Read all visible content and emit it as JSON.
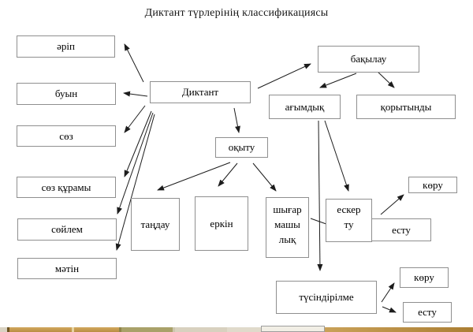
{
  "title": "Диктант түрлерінің классификациясы",
  "nodes": {
    "diktant": {
      "label": "Диктант"
    },
    "arip": {
      "label": "әріп"
    },
    "buyn": {
      "label": "буын"
    },
    "soz": {
      "label": "сөз"
    },
    "soz_kuramy": {
      "label": "сөз құрамы"
    },
    "soilem": {
      "label": "сөйлем"
    },
    "matin": {
      "label": "мәтін"
    },
    "bakylau": {
      "label": "бақылау"
    },
    "agymdyk": {
      "label": "ағымдық"
    },
    "korytyndy": {
      "label": "қорытынды"
    },
    "okytu": {
      "label": "оқыту"
    },
    "tandau": {
      "label": "таңдау"
    },
    "erkin": {
      "label": "еркін"
    },
    "shygarmashylyk": {
      "label": "шығар\nмашы\nлық"
    },
    "eskertu": {
      "label": "ескер\nту"
    },
    "estu_top": {
      "label": "есту"
    },
    "koru_top": {
      "label": "көру"
    },
    "tusindirilme": {
      "label": "түсіндірілме"
    },
    "koru_bottom": {
      "label": "көру"
    },
    "estu_bottom": {
      "label": "есту"
    }
  },
  "edges": [
    {
      "from": "diktant",
      "to": "arip"
    },
    {
      "from": "diktant",
      "to": "buyn"
    },
    {
      "from": "diktant",
      "to": "soz"
    },
    {
      "from": "diktant",
      "to": "soz_kuramy"
    },
    {
      "from": "diktant",
      "to": "soilem"
    },
    {
      "from": "diktant",
      "to": "matin"
    },
    {
      "from": "diktant",
      "to": "bakylau"
    },
    {
      "from": "diktant",
      "to": "okytu"
    },
    {
      "from": "bakylau",
      "to": "agymdyk"
    },
    {
      "from": "bakylau",
      "to": "korytyndy"
    },
    {
      "from": "okytu",
      "to": "tandau"
    },
    {
      "from": "okytu",
      "to": "erkin"
    },
    {
      "from": "okytu",
      "to": "shygarmashylyk"
    },
    {
      "from": "agymdyk",
      "to": "eskertu"
    },
    {
      "from": "agymdyk",
      "to": "tusindirilme"
    },
    {
      "from": "shygarmashylyk",
      "to": "eskertu"
    },
    {
      "from": "eskertu",
      "to": "koru_top"
    },
    {
      "from": "tusindirilme",
      "to": "koru_bottom"
    },
    {
      "from": "tusindirilme",
      "to": "estu_bottom"
    }
  ],
  "colors": {
    "box_border": "#8f8f8f",
    "arrow": "#1c1c1c",
    "text": "#000000",
    "taskbar_gold": "#c49a52",
    "taskbar_gold_dark": "#a87c30",
    "taskbar_olive": "#a9a169",
    "taskbar_light_tan": "#d8d1bf",
    "taskbar_button": "#f1eee5"
  }
}
